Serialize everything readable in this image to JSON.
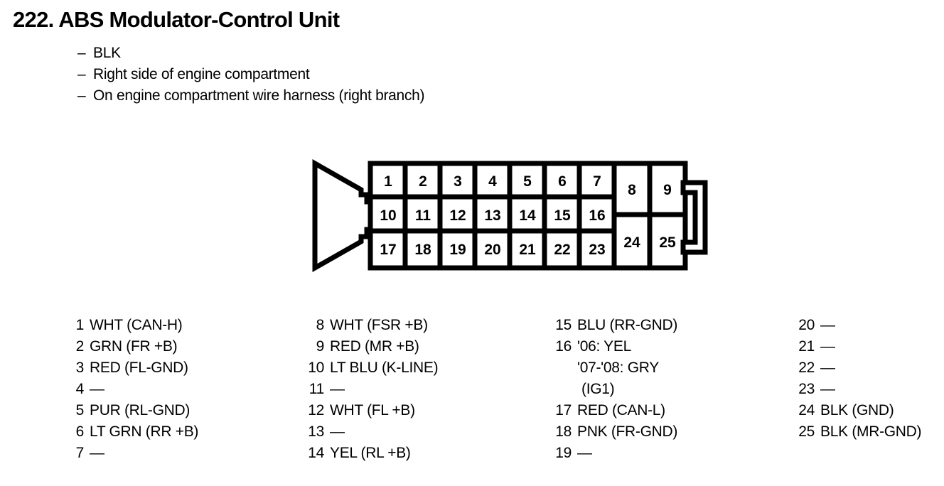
{
  "header": {
    "title": "222. ABS Modulator-Control Unit",
    "notes": [
      {
        "dash": "–",
        "text": "BLK"
      },
      {
        "dash": "–",
        "text": "Right side of engine compartment"
      },
      {
        "dash": "–",
        "text": "On engine compartment wire harness (right branch)"
      }
    ]
  },
  "connector": {
    "name": "abs-modulator-control-unit-connector",
    "stroke_color": "#000000",
    "fill_color": "#ffffff",
    "rows": [
      {
        "pins": [
          "1",
          "2",
          "3",
          "4",
          "5",
          "6",
          "7"
        ]
      },
      {
        "pins": [
          "10",
          "11",
          "12",
          "13",
          "14",
          "15",
          "16"
        ]
      },
      {
        "pins": [
          "17",
          "18",
          "19",
          "20",
          "21",
          "22",
          "23"
        ]
      }
    ],
    "wide_pins_top": [
      "8",
      "9"
    ],
    "wide_pins_bottom": [
      "24",
      "25"
    ]
  },
  "pin_list": {
    "columns": [
      {
        "rows": [
          {
            "num": "1",
            "label": "WHT (CAN-H)"
          },
          {
            "num": "2",
            "label": "GRN (FR +B)"
          },
          {
            "num": "3",
            "label": "RED (FL-GND)"
          },
          {
            "num": "4",
            "label": "—"
          },
          {
            "num": "5",
            "label": "PUR (RL-GND)"
          },
          {
            "num": "6",
            "label": "LT GRN (RR +B)"
          },
          {
            "num": "7",
            "label": "—"
          }
        ]
      },
      {
        "rows": [
          {
            "num": "8",
            "label": "WHT (FSR +B)"
          },
          {
            "num": "9",
            "label": "RED (MR +B)"
          },
          {
            "num": "10",
            "label": "LT BLU (K-LINE)"
          },
          {
            "num": "11",
            "label": "—"
          },
          {
            "num": "12",
            "label": "WHT (FL +B)"
          },
          {
            "num": "13",
            "label": "—"
          },
          {
            "num": "14",
            "label": "YEL (RL +B)"
          }
        ]
      },
      {
        "rows": [
          {
            "num": "15",
            "label": "BLU (RR-GND)"
          },
          {
            "num": "16",
            "label": "'06: YEL"
          },
          {
            "sub": "'07-'08: GRY"
          },
          {
            "sub2": "(IG1)"
          },
          {
            "num": "17",
            "label": "RED (CAN-L)"
          },
          {
            "num": "18",
            "label": "PNK (FR-GND)"
          },
          {
            "num": "19",
            "label": "—"
          }
        ]
      },
      {
        "rows": [
          {
            "num": "20",
            "label": "—"
          },
          {
            "num": "21",
            "label": "—"
          },
          {
            "num": "22",
            "label": "—"
          },
          {
            "num": "23",
            "label": "—"
          },
          {
            "num": "24",
            "label": "BLK (GND)"
          },
          {
            "num": "25",
            "label": "BLK (MR-GND)"
          }
        ]
      }
    ]
  }
}
